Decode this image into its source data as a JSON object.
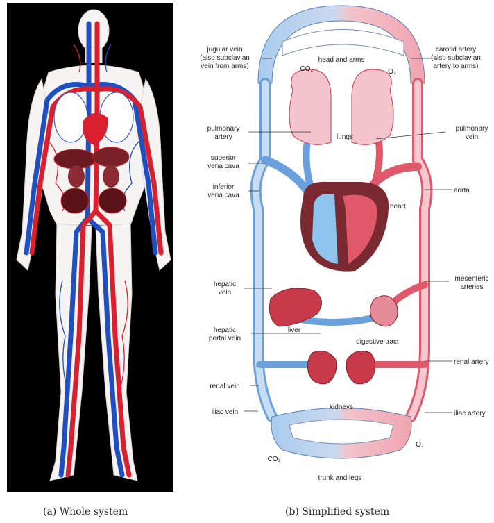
{
  "captions": {
    "a": "(a) Whole system",
    "b": "(b) Simplified system"
  },
  "labels": {
    "jugular": [
      "jugular vein",
      "(also subclavian",
      "vein from arms)"
    ],
    "head_arms": "head and arms",
    "carotid": [
      "carotid artery",
      "(also subclavian",
      "artery to arms)"
    ],
    "co2_top": "CO₂",
    "o2_top": "O₂",
    "pulm_artery": [
      "pulmonary",
      "artery"
    ],
    "lungs": "lungs",
    "pulm_vein": [
      "pulmonary",
      "vein"
    ],
    "sup_vc": [
      "superior",
      "vena cava"
    ],
    "inf_vc": [
      "inferior",
      "vena cava"
    ],
    "aorta": "aorta",
    "heart": "heart",
    "hepatic_vein": [
      "hepatic",
      "vein"
    ],
    "mesenteric": [
      "mesenteric",
      "arteries"
    ],
    "liver": "liver",
    "hepatic_portal": [
      "hepatic",
      "portal vein"
    ],
    "digestive": "digestive tract",
    "renal_vein": "renal vein",
    "renal_artery": "renal artery",
    "kidneys": "kidneys",
    "iliac_vein": "iliac vein",
    "iliac_artery": "iliac artery",
    "co2_bottom": "CO₂",
    "o2_bottom": "O₂",
    "trunk_legs": "trunk and legs"
  },
  "colors": {
    "vein": "#3a7fd0",
    "vein_light": "#a9cbee",
    "artery": "#d8243a",
    "artery_light": "#f0a4b0",
    "organ": "#c8394a",
    "lung": "#f4c4cc"
  }
}
